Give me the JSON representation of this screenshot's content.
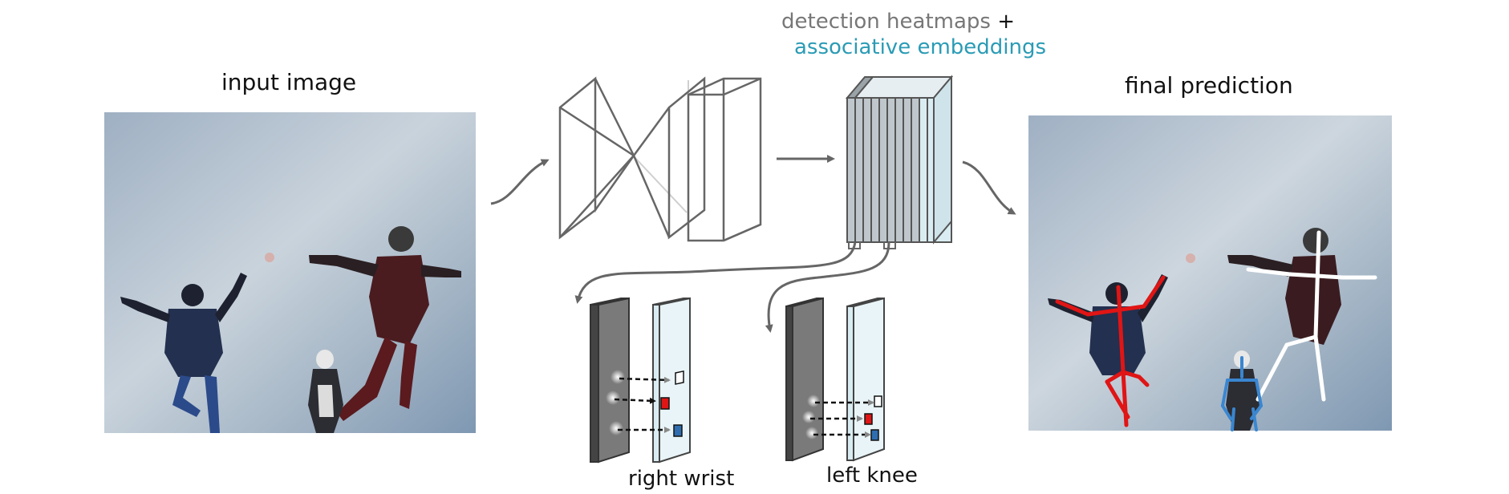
{
  "labels": {
    "input_image": "input image",
    "final_prediction": "final prediction",
    "detection_heatmaps": "detection heatmaps",
    "plus": "+",
    "associative_embeddings": "associative embeddings",
    "right_wrist": "right wrist",
    "left_knee": "left knee"
  },
  "colors": {
    "arrow": "#666666",
    "network_stroke": "#666666",
    "heatmap_fill": "#bfc7cc",
    "embedding_fill": "#d9ecf2",
    "embedding_accent": "#2a9bb5",
    "person_red": "#e01515",
    "person_white": "#ffffff",
    "person_blue": "#3a86d0",
    "tag_red": "#e01515",
    "tag_blue": "#2f6db0"
  },
  "icons": {
    "hourglass_network": "encoder-decoder-network-icon",
    "output_stack": "stacked-output-maps-icon"
  }
}
